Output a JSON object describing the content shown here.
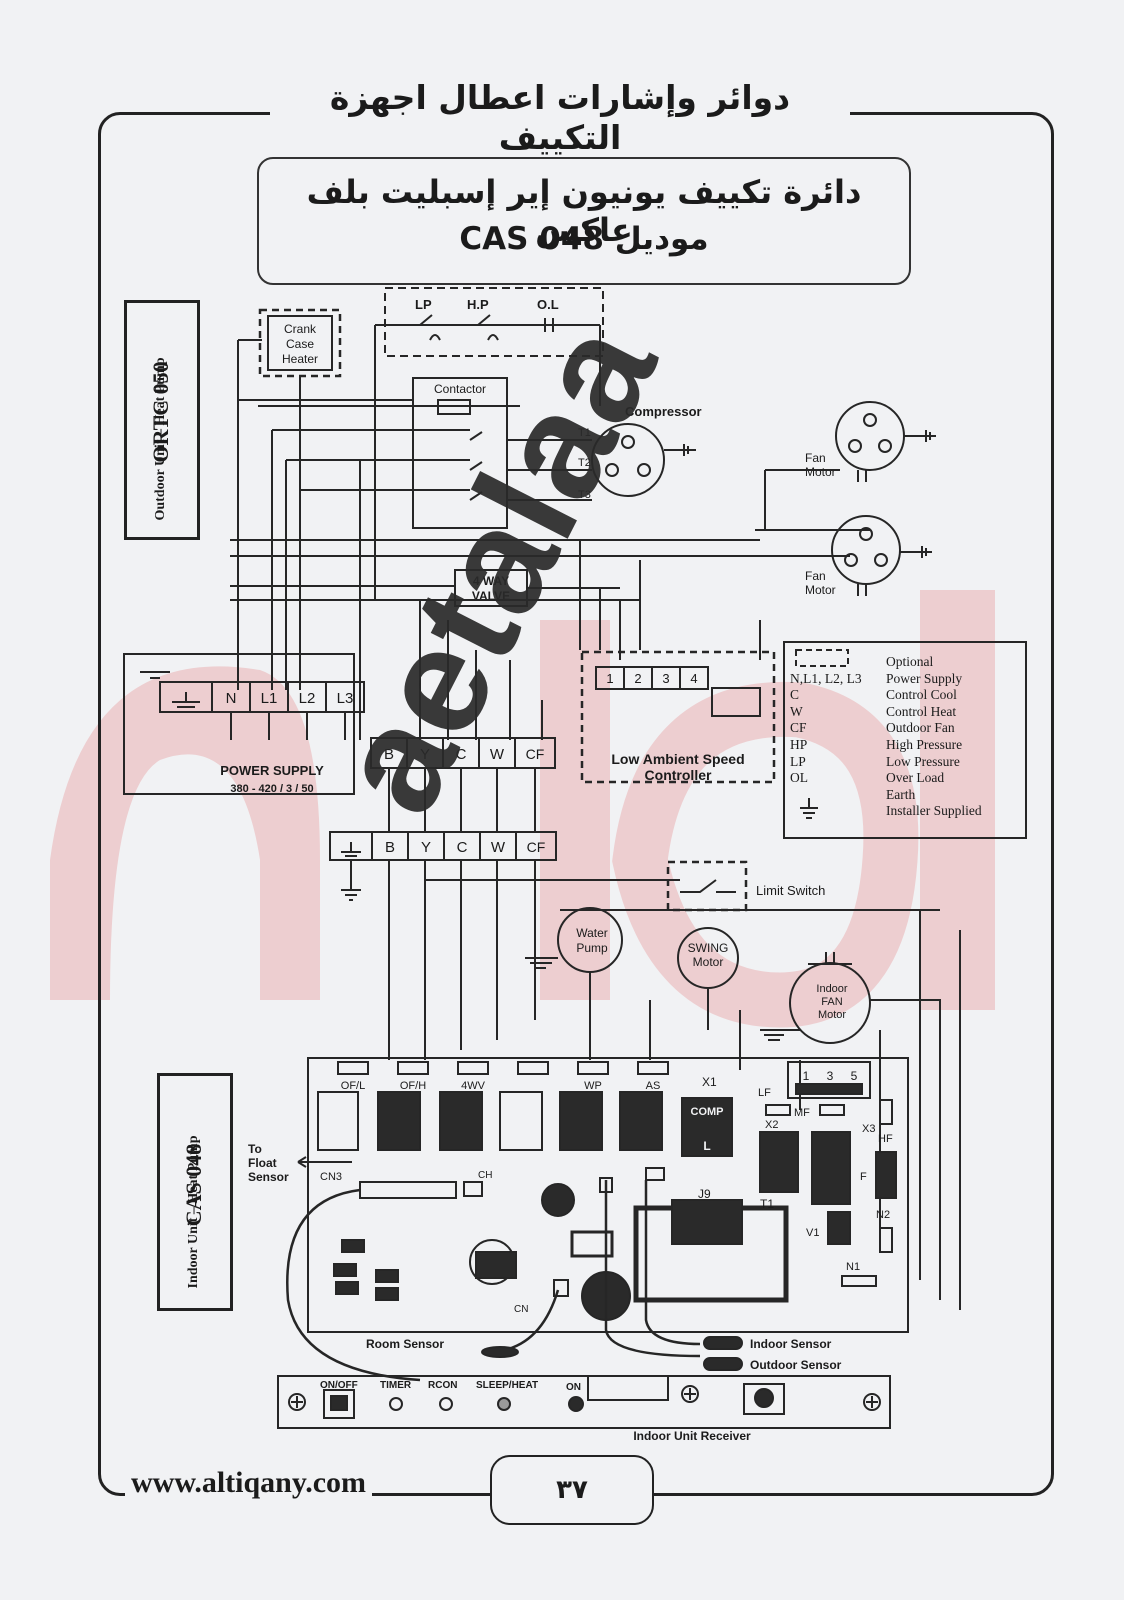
{
  "header_title": "دوائر وإشارات اعطال اجهزة التكييف",
  "diagram_title": {
    "line1": "دائرة تكييف يونيون إير إسبليت بلف عاكس",
    "line2": "موديل CAS 048"
  },
  "outdoor_box": {
    "model": "ORTC 050",
    "subtitle": "Outdoor Unit – Heat Pump"
  },
  "indoor_box": {
    "model": "CAS 048",
    "subtitle": "Indoor Unit – Heat Pump"
  },
  "labels": {
    "crank_case_heater": [
      "Crank",
      "Case",
      "Heater"
    ],
    "lp": "LP",
    "hp": "H.P",
    "ol": "O.L",
    "contactor": "Contactor",
    "compressor": "Compressor",
    "t1": "T1",
    "t2": "T2",
    "t3": "T3",
    "fan_motor": [
      "Fan",
      "Motor"
    ],
    "four_way_valve": [
      "4 WAY",
      "VALVE"
    ],
    "power_supply": "POWER SUPPLY",
    "power_rating": "380 - 420 / 3 / 50",
    "low_ambient": [
      "Low Ambient Speed",
      "Controller"
    ],
    "limit_switch": "Limit Switch",
    "water_pump": [
      "Water",
      "Pump"
    ],
    "swing_motor": [
      "SWING",
      "Motor"
    ],
    "indoor_fan_motor": [
      "Indoor",
      "FAN",
      "Motor"
    ],
    "to_float_sensor": [
      "To",
      "Float",
      "Sensor"
    ],
    "room_sensor": "Room Sensor",
    "indoor_sensor": "Indoor Sensor",
    "outdoor_sensor": "Outdoor Sensor",
    "indoor_unit_receiver": "Indoor Unit Receiver"
  },
  "power_terminals": [
    "N",
    "L1",
    "L2",
    "L3"
  ],
  "outdoor_terminals": [
    "B",
    "Y",
    "C",
    "W",
    "CF"
  ],
  "indoor_terminals": [
    "B",
    "Y",
    "C",
    "W",
    "CF"
  ],
  "controller_terminals": [
    "1",
    "2",
    "3",
    "4"
  ],
  "fan_terminals": [
    "1",
    "3",
    "5"
  ],
  "pcb_labels": {
    "ofl": "OF/L",
    "ofh": "OF/H",
    "fwv": "4WV",
    "wp": "WP",
    "as": "AS",
    "x1": "X1",
    "x2": "X2",
    "x3": "X3",
    "lf": "LF",
    "mf": "MF",
    "hf": "HF",
    "comp": "COMP",
    "l": "L",
    "cn3": "CN3",
    "ch": "CH",
    "cn": "CN",
    "j9": "J9",
    "t1": "T1",
    "v1": "V1",
    "n1": "N1",
    "n2": "N2",
    "f": "F"
  },
  "receiver_buttons": [
    "ON/OFF",
    "TIMER",
    "RCON",
    "SLEEP/HEAT",
    "ON"
  ],
  "legend": [
    {
      "key": "",
      "value": "Optional"
    },
    {
      "key": "N,L1, L2, L3",
      "value": "Power Supply"
    },
    {
      "key": "C",
      "value": "Control Cool"
    },
    {
      "key": "W",
      "value": "Control Heat"
    },
    {
      "key": "CF",
      "value": "Outdoor Fan"
    },
    {
      "key": "HP",
      "value": "High Pressure"
    },
    {
      "key": "LP",
      "value": "Low Pressure"
    },
    {
      "key": "OL",
      "value": "Over Load"
    },
    {
      "key": "",
      "value": "Earth"
    },
    {
      "key": "",
      "value": "Installer Supplied"
    }
  ],
  "watermark": "aetalaa",
  "footer_url": "www.altiqany.com",
  "page_number": "٣٧"
}
